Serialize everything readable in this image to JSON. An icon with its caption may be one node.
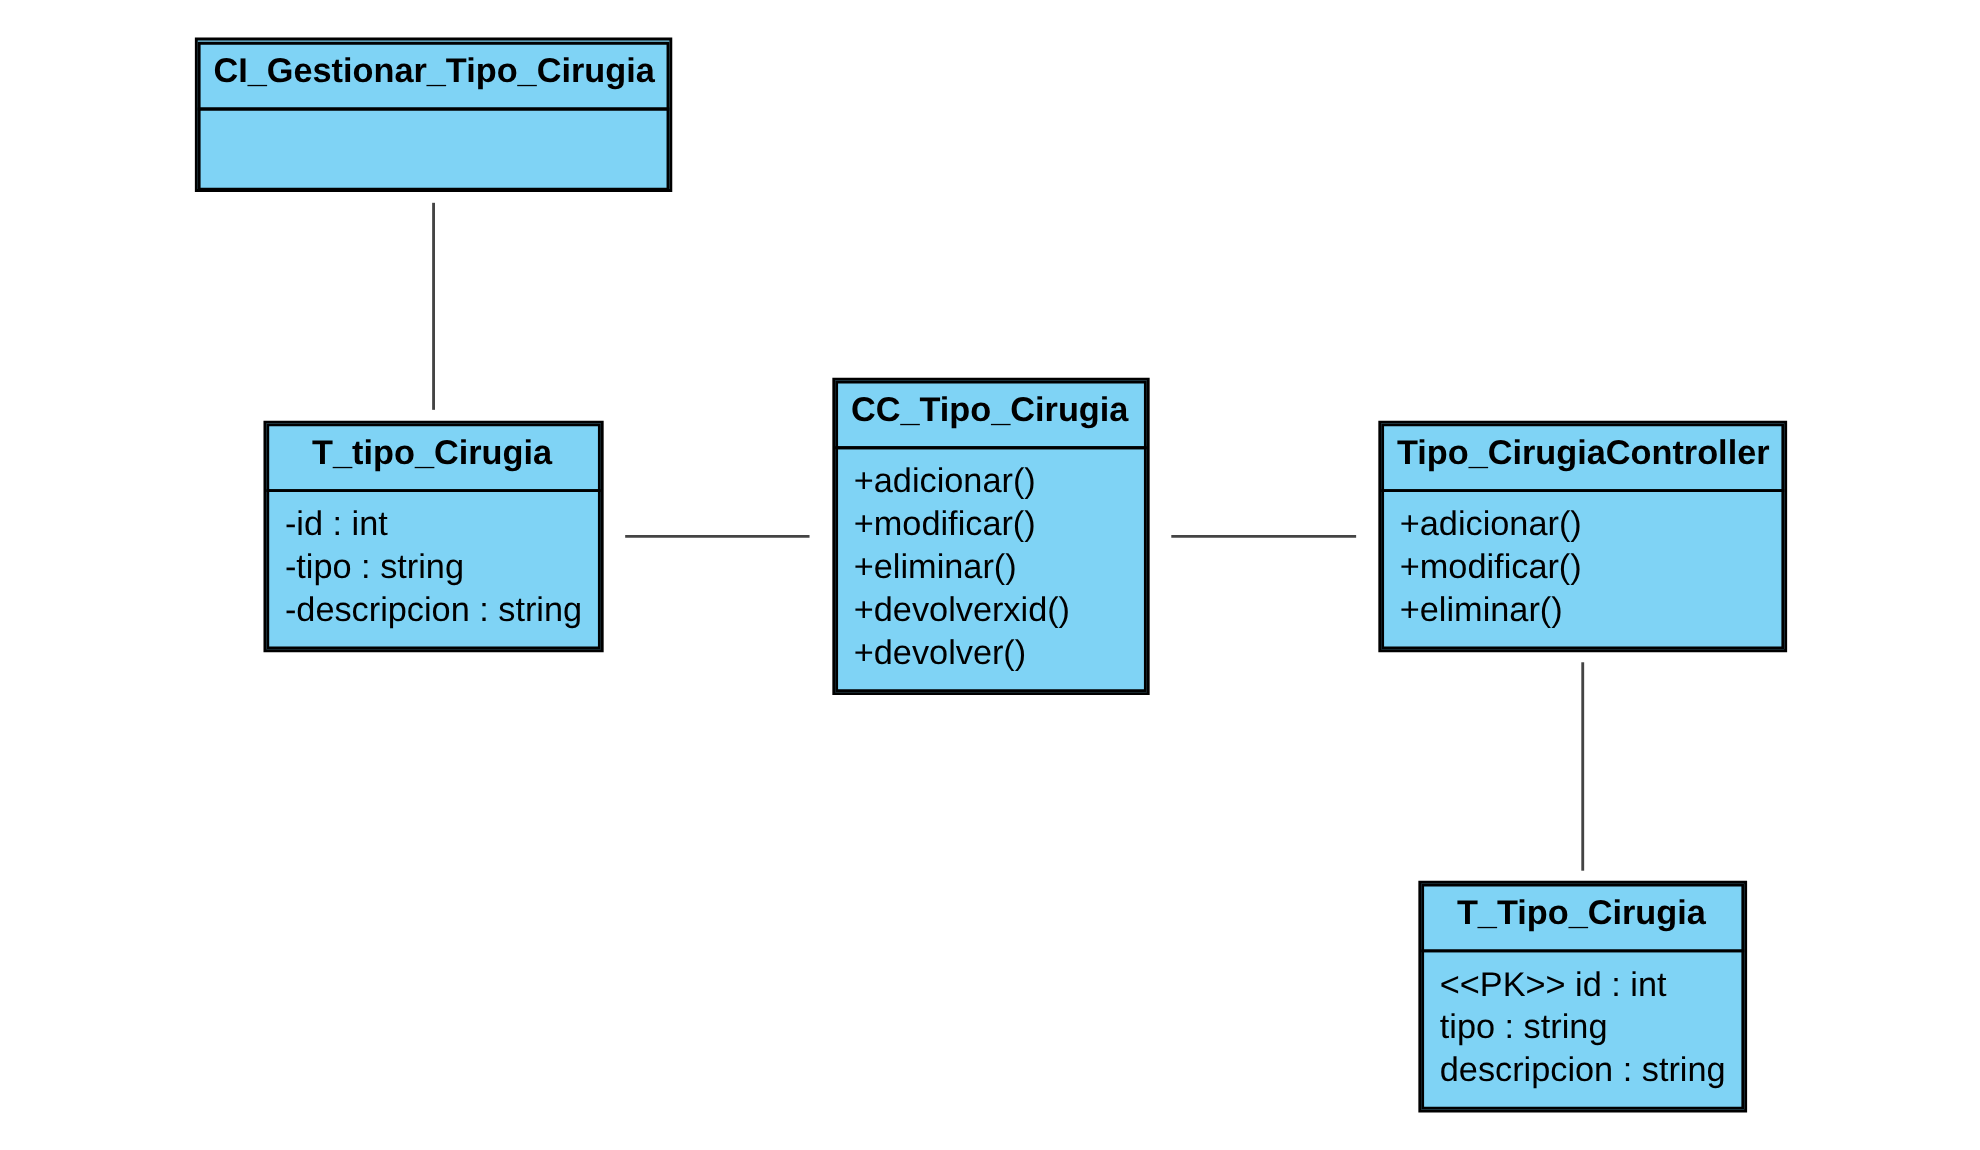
{
  "diagram": {
    "nodes": [
      {
        "text": [
          "CI_Gestionar_Tipo_Cirugia"
        ]
      },
      {
        "text": [
          "T_tipo_Cirugia",
          "-id : int",
          "-tipo : string",
          "-descripcion : string"
        ]
      },
      {
        "text": [
          "CC_Tipo_Cirugia",
          "+adicionar()",
          "+modificar()",
          "+eliminar()",
          "+devolverxid()",
          "+devolver()"
        ]
      },
      {
        "text": [
          "Tipo_CirugiaController",
          "+adicionar()",
          "+modificar()",
          "+eliminar()"
        ]
      },
      {
        "text": [
          "T_Tipo_Cirugia",
          "<<PK>> id : int",
          "tipo : string",
          "descripcion : string"
        ]
      }
    ],
    "edges": [
      {
        "from": 0,
        "to": 1,
        "arrow": "none"
      },
      {
        "from": 1,
        "to": 2,
        "arrow": "none"
      },
      {
        "from": 2,
        "to": 3,
        "arrow": "none"
      },
      {
        "from": 3,
        "to": 4,
        "arrow": "none"
      }
    ]
  }
}
